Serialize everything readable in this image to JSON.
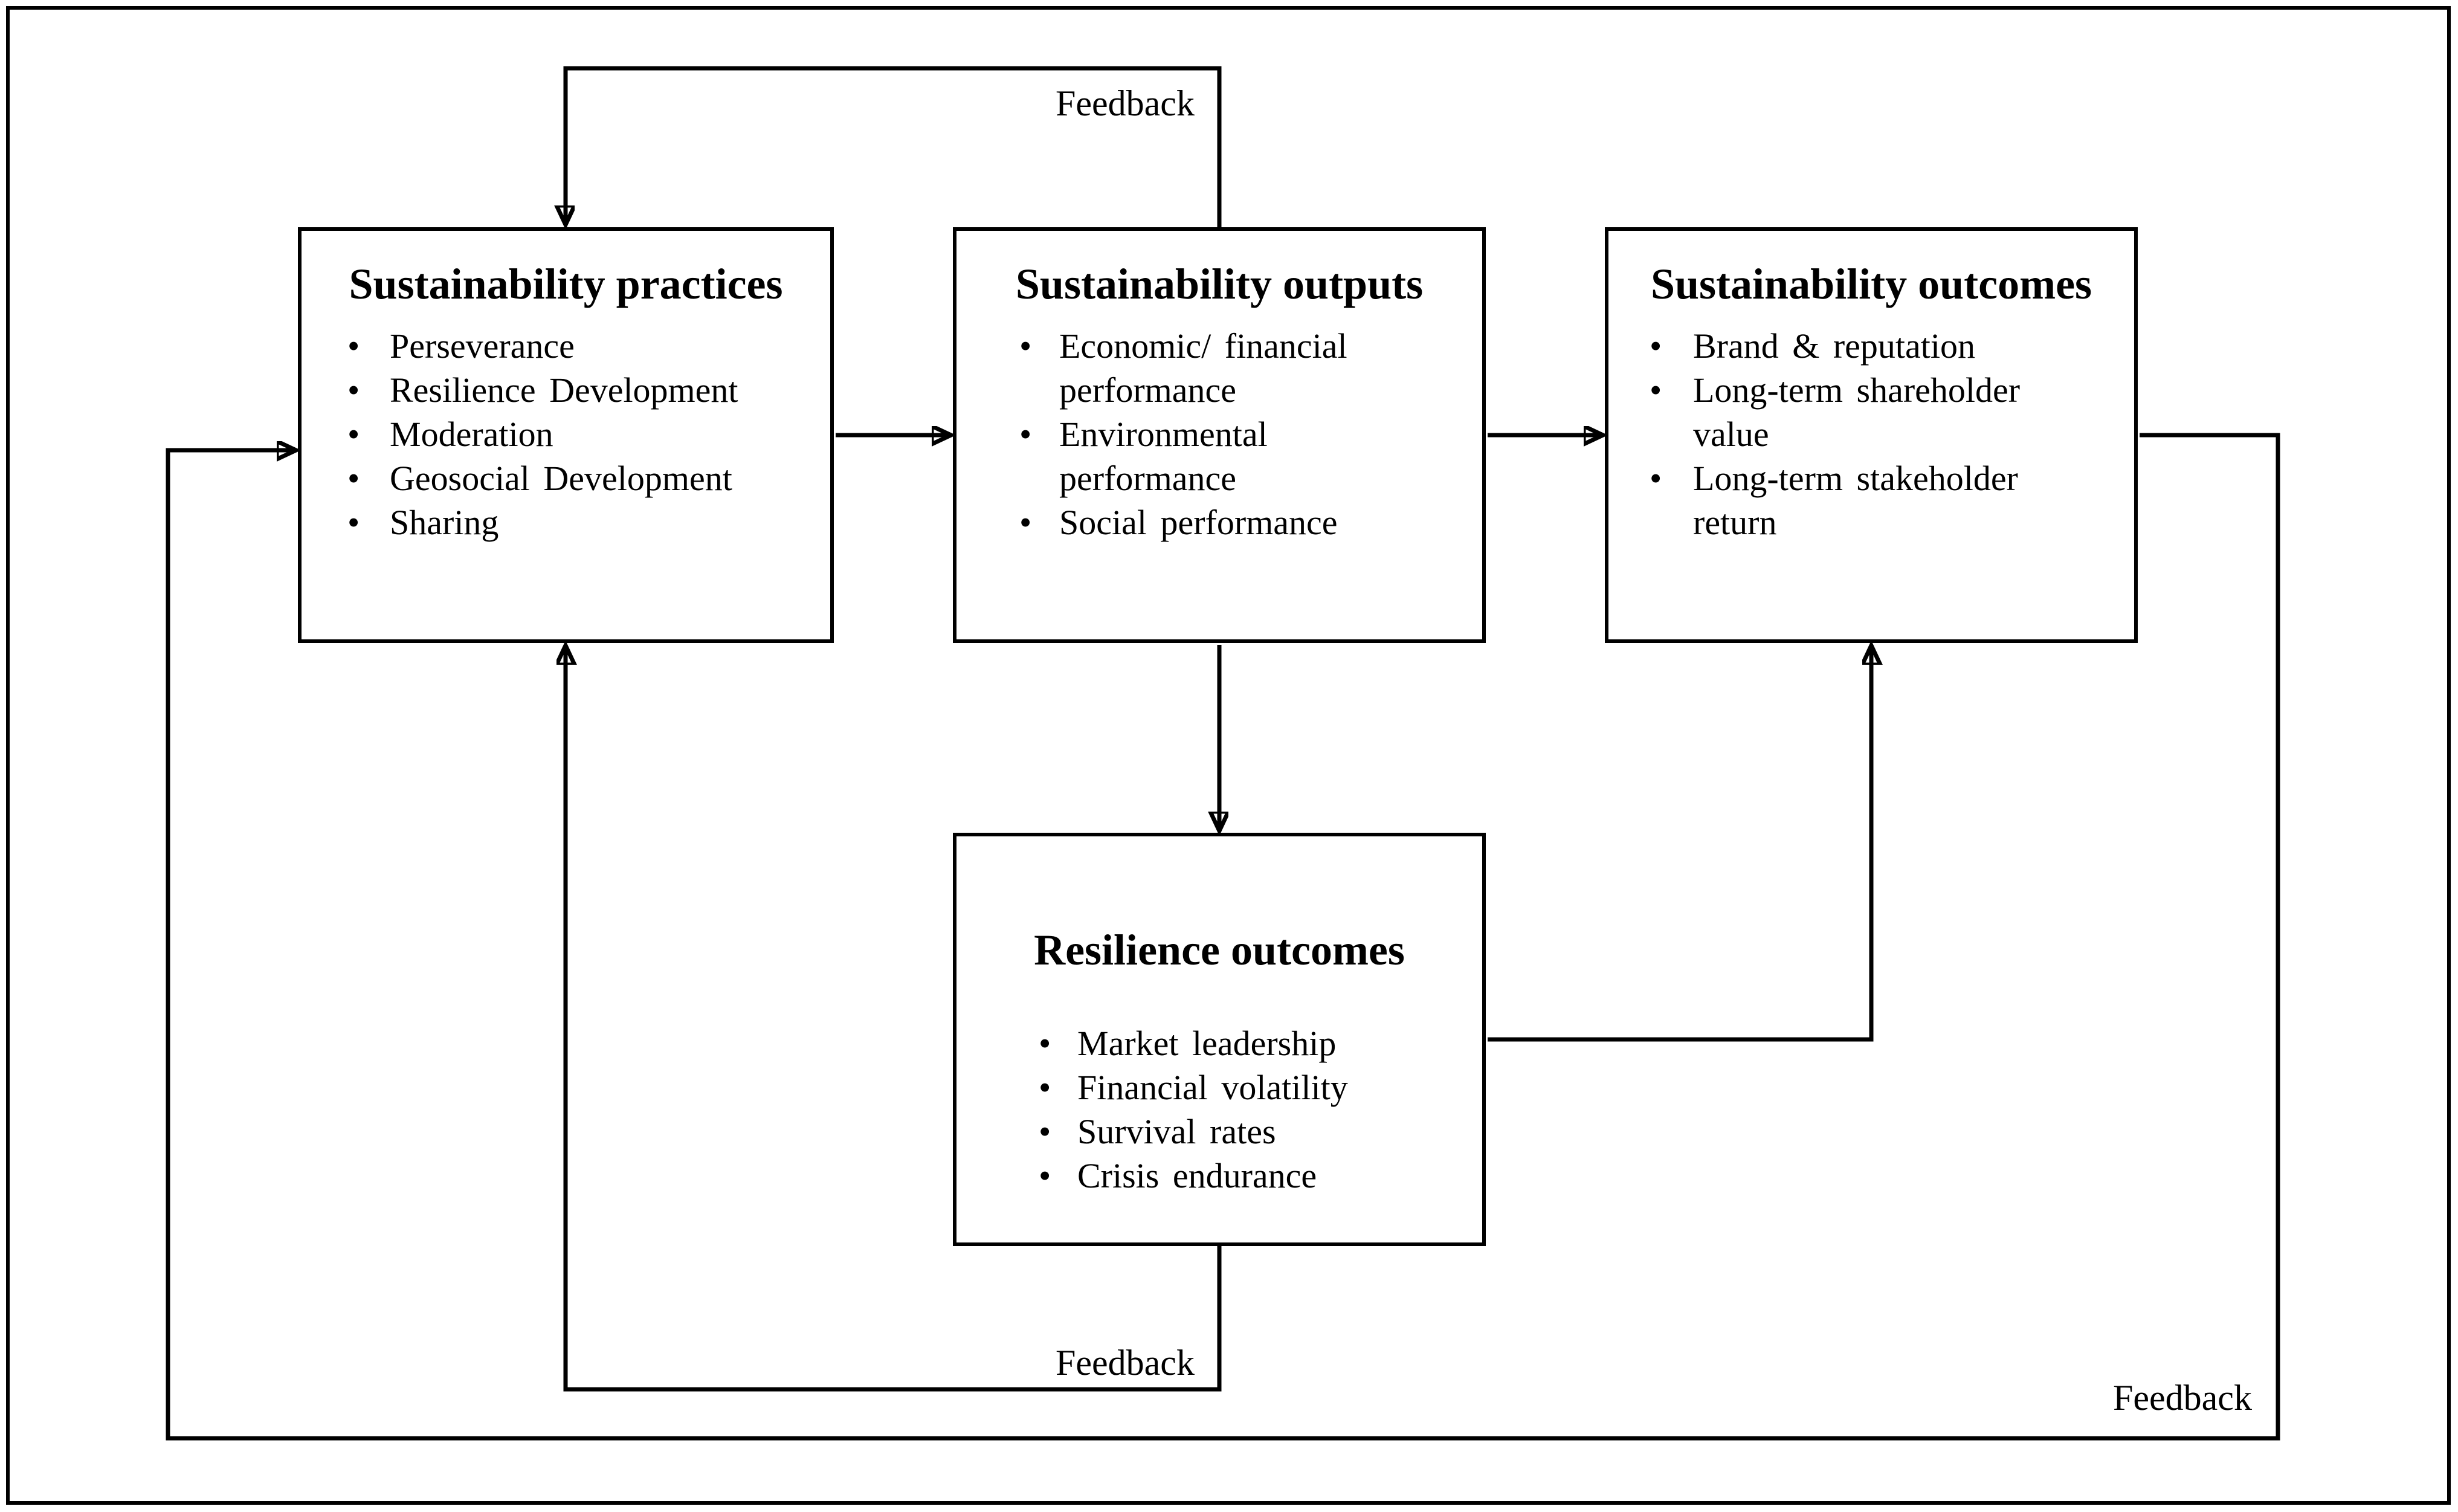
{
  "boxes": {
    "practices": {
      "title": "Sustainability practices",
      "items": [
        "Perseverance",
        "Resilience Development",
        "Moderation",
        "Geosocial Development",
        "Sharing"
      ]
    },
    "outputs": {
      "title": "Sustainability outputs",
      "items": [
        "Economic/ financial performance",
        "Environmental performance",
        "Social performance"
      ]
    },
    "outcomes": {
      "title": "Sustainability outcomes",
      "items": [
        "Brand & reputation",
        "Long-term shareholder value",
        "Long-term stakeholder return"
      ]
    },
    "resilience": {
      "title": "Resilience outcomes",
      "items": [
        "Market leadership",
        "Financial volatility",
        "Survival rates",
        "Crisis endurance"
      ]
    }
  },
  "labels": {
    "feedback_top": "Feedback",
    "feedback_bottom": "Feedback",
    "feedback_outer": "Feedback"
  },
  "glyphs": {
    "bullet": "•"
  },
  "colors": {
    "line": "#000000",
    "background": "#ffffff"
  }
}
